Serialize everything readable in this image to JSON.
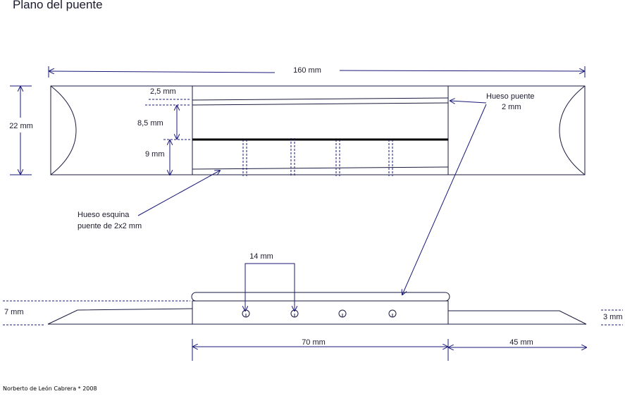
{
  "title": "Plano del puente",
  "credit": "Norberto de León Cabrera * 2008",
  "labels": {
    "total_length": "160 mm",
    "total_width": "22 mm",
    "dim_2_5": "2,5 mm",
    "dim_8_5": "8,5 mm",
    "dim_9": "9 mm",
    "bone_bridge_line1": "Hueso puente",
    "bone_bridge_line2": "2 mm",
    "bone_corner_line1": "Hueso esquina",
    "bone_corner_line2": "puente de 2x2 mm",
    "hole_spacing": "14 mm",
    "height_7": "7 mm",
    "height_3": "3 mm",
    "center_length": "70 mm",
    "wing_length": "45 mm"
  },
  "colors": {
    "line": "#1a1a40",
    "dimension": "#1a1a7a",
    "text": "#1a1a2e"
  }
}
